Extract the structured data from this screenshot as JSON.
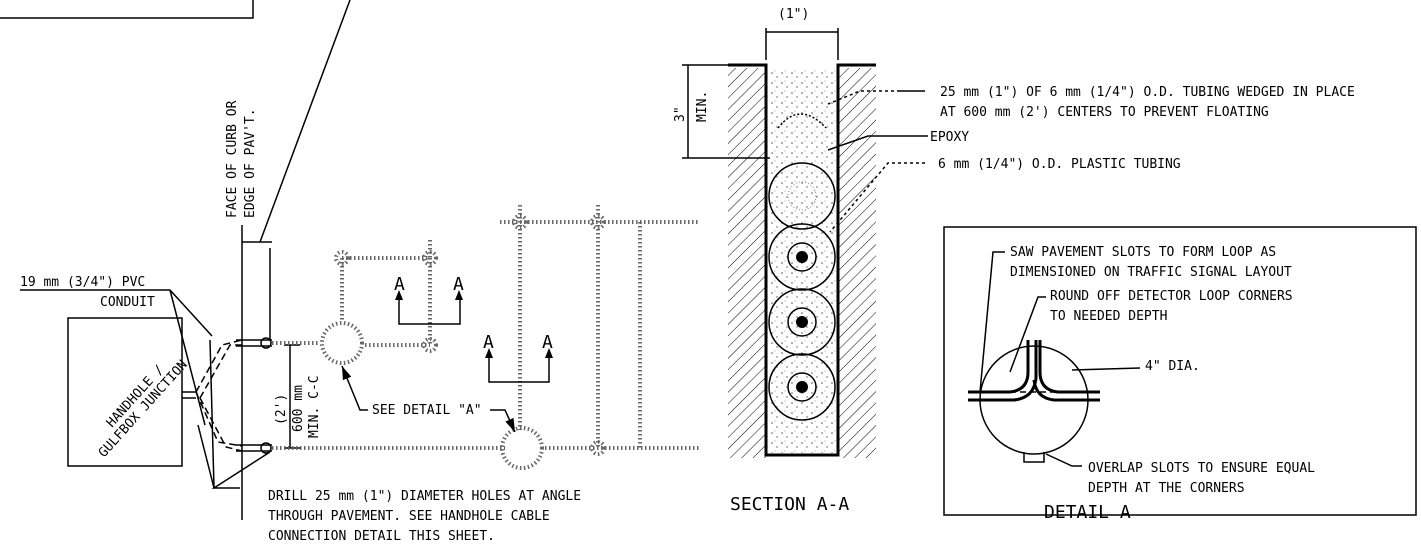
{
  "plan": {
    "face_of_curb_1": "FACE OF CURB OR",
    "face_of_curb_2": "EDGE OF PAV'T.",
    "conduit_1": "19 mm (3/4\") PVC",
    "conduit_2": "CONDUIT",
    "handhole_1": "HANDHOLE /",
    "handhole_2": "GULFBOX JUNCTION",
    "spacing_1": "(2')",
    "spacing_2": "600 mm",
    "spacing_3": "MIN. C-C",
    "see_detail": "SEE DETAIL \"A\"",
    "section_marker": "A",
    "drill_1": "DRILL 25 mm (1\") DIAMETER HOLES AT ANGLE",
    "drill_2": "THROUGH PAVEMENT.  SEE HANDHOLE CABLE",
    "drill_3": "CONNECTION DETAIL THIS SHEET."
  },
  "section": {
    "width_dim": "(1\")",
    "depth_1": "3\"",
    "depth_2": "MIN.",
    "tubing_note_1": "25 mm (1\") OF 6 mm (1/4\") O.D. TUBING WEDGED IN PLACE",
    "tubing_note_2": "AT 600 mm (2') CENTERS TO PREVENT FLOATING",
    "epoxy": "EPOXY",
    "plastic_tubing": "6 mm (1/4\") O.D. PLASTIC TUBING",
    "title": "SECTION A-A"
  },
  "detail": {
    "saw_1": "SAW PAVEMENT SLOTS TO FORM LOOP AS",
    "saw_2": "DIMENSIONED ON TRAFFIC SIGNAL LAYOUT",
    "round_1": "ROUND OFF DETECTOR LOOP CORNERS",
    "round_2": "TO NEEDED DEPTH",
    "dia": "4\" DIA.",
    "overlap_1": "OVERLAP SLOTS TO ENSURE EQUAL",
    "overlap_2": "DEPTH AT THE CORNERS",
    "title": "DETAIL A"
  }
}
